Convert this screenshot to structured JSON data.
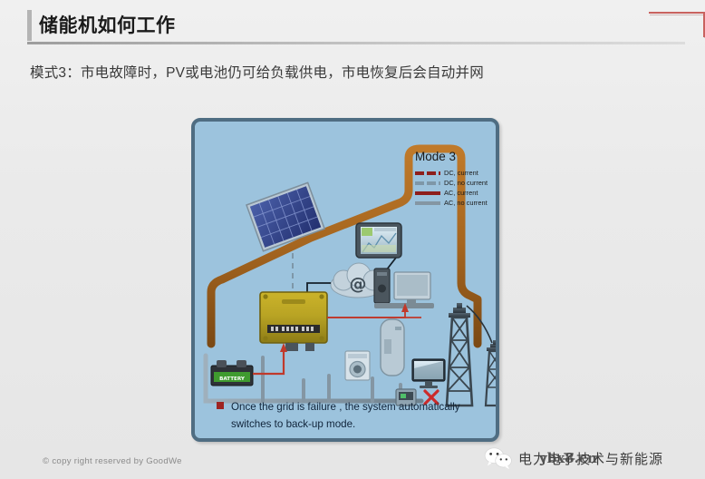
{
  "header": {
    "title": "储能机如何工作",
    "accent_color": "#c9625f",
    "bar_color": "#b4b4b4"
  },
  "subtitle": "模式3：市电故障时，PV或电池仍可给负载供电，市电恢复后会自动并网",
  "diagram": {
    "background_color": "#9cc3dd",
    "border_color": "#4f6d82",
    "legend": {
      "title": "Mode 3",
      "items": [
        {
          "label": "DC, current",
          "color": "#8e1f1c",
          "style": "dashed"
        },
        {
          "label": "DC, no current",
          "color": "#7e97a8",
          "style": "dashed"
        },
        {
          "label": "AC, current",
          "color": "#8e1f1c",
          "style": "solid"
        },
        {
          "label": "AC, no current",
          "color": "#8496a3",
          "style": "solid"
        }
      ]
    },
    "caption": "Once the grid is failure , the system automatically switches to back-up mode.",
    "caption_bullet_color": "#9e2421",
    "components": {
      "solar_panel": "solar-panel",
      "inverter": "inverter",
      "battery_label": "BATTERY",
      "cloud_symbol": "@",
      "grid_failure_mark": "✕",
      "grid_failure_color": "#cc2a2a",
      "roof_cable_color": "#a5651f",
      "dc_active_color": "#c0392b",
      "ac_inactive_color": "#7f95a3"
    }
  },
  "footer": {
    "copyright": "© copy right reserved by GoodWe",
    "brand": "电力电子技术与新能源",
    "watermark": "ybx8.cn"
  }
}
